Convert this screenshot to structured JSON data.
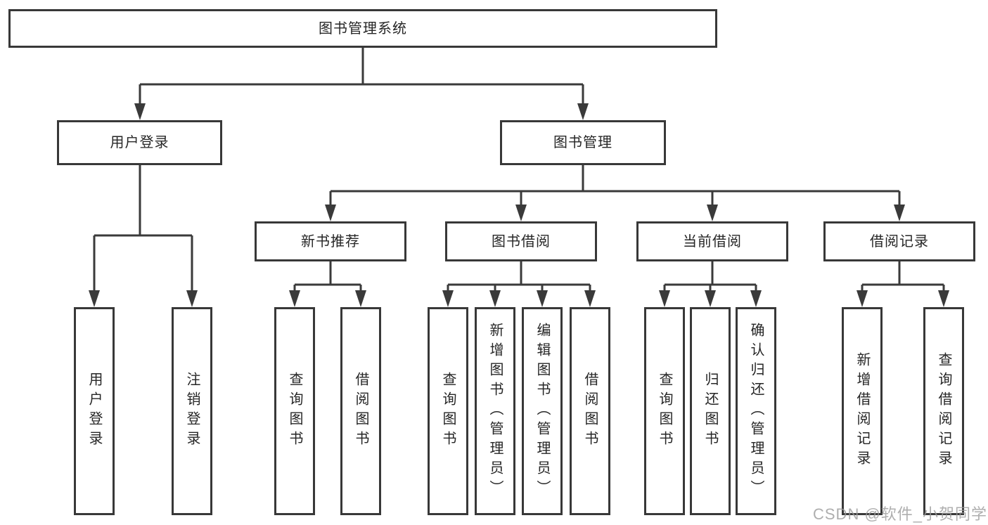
{
  "diagram": {
    "root": {
      "label": "图书管理系统"
    },
    "branches": [
      {
        "label": "用户登录",
        "leaves": [
          {
            "label": "用户登录"
          },
          {
            "label": "注销登录"
          }
        ]
      },
      {
        "label": "图书管理",
        "children": [
          {
            "label": "新书推荐",
            "leaves": [
              {
                "label": "查询图书"
              },
              {
                "label": "借阅图书"
              }
            ]
          },
          {
            "label": "图书借阅",
            "leaves": [
              {
                "label": "查询图书"
              },
              {
                "label": "新增图书（管理员）"
              },
              {
                "label": "编辑图书（管理员）"
              },
              {
                "label": "借阅图书"
              }
            ]
          },
          {
            "label": "当前借阅",
            "leaves": [
              {
                "label": "查询图书"
              },
              {
                "label": "归还图书"
              },
              {
                "label": "确认归还（管理员）"
              }
            ]
          },
          {
            "label": "借阅记录",
            "leaves": [
              {
                "label": "新增借阅记录"
              },
              {
                "label": "查询借阅记录"
              }
            ]
          }
        ]
      }
    ]
  },
  "watermark": {
    "text": "CSDN @软件_小贺同学"
  },
  "colors": {
    "line": "#3a3a3a",
    "box_border": "#383838",
    "text": "#262626",
    "watermark": "#9b9b9b",
    "background": "#ffffff"
  }
}
